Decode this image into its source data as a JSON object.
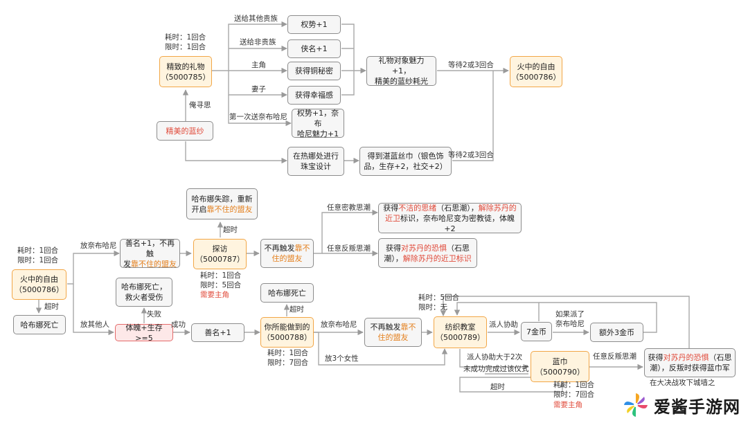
{
  "top": {
    "gift_cost": "耗时：1回合\n限时：1回合",
    "gift_title": "精致的礼物",
    "gift_id": "（5000785）",
    "gauze": "精美的蓝纱",
    "yanxunsi": "俺寻思",
    "e_other_noble": "送给其他贵族",
    "e_non_noble": "送给非贵族",
    "e_protagonist": "主角",
    "e_wife": "妻子",
    "e_first_nabuhani": "第一次送奈布哈尼",
    "r_power": "权势+1",
    "r_chivalry": "侠名+1",
    "r_bronze": "获得铜秘密",
    "r_happy": "获得幸福感",
    "r_power_charm": "权势+1，奈布\n哈尼魅力+1",
    "charm_text": "礼物对象魅力+1，\n精美的蓝纱耗光",
    "wait1": "等待2或3回合",
    "fire_title": "火中的自由",
    "fire_id": "（5000786）",
    "jewel": "在热娜处进行\n珠宝设计",
    "scarf": "得到湛蓝丝巾（银色饰\n品，生存+2，社交+2）",
    "wait2": "等待2或3回合"
  },
  "bottom": {
    "fire_cost": "耗时：1回合\n限时：1回合",
    "fire_title": "火中的自由",
    "fire_id": "（5000786）",
    "timeout": "超时",
    "hanu_dead": "哈布娜死亡",
    "e_let_nabu": "放奈布哈尼",
    "e_let_others": "放其他人",
    "kindness_a": "善名+1，不再触\n发",
    "kindness_b": "靠不住的盟友",
    "missing_a": "哈布娜失踪，重新\n开启",
    "missing_b": "靠不住的盟友",
    "timeout2": "超时",
    "visit_title": "探访",
    "visit_id": "（5000787）",
    "visit_cost": "耗时：1回合\n限时：5回合",
    "need_protagonist": "需要主角",
    "no_trigger_a": "不再触发",
    "no_trigger_b": "靠不\n住的盟友",
    "e_cult": "任意密教思潮",
    "e_rebel": "任意反叛思潮",
    "cult_p1": "获得",
    "cult_r1": "不洁的思绪",
    "cult_p2": "（石思潮），",
    "cult_r2": "解除苏丹的\n近卫",
    "cult_p3": "标识，奈布哈尼变为密教徒，体魄+2",
    "rebel_p1": "获得",
    "rebel_r1": "对苏丹的恐惧",
    "rebel_p2": "（石思\n潮），",
    "rebel_r2": "解除苏丹的近卫标识",
    "hanu_dead_injured": "哈布娜死亡，\n救火者受伤",
    "fail": "失败",
    "check": "体魄+生存>=5",
    "success": "成功",
    "kindness1": "善名+1",
    "best_title": "你所能做到的",
    "best_id": "（5000788）",
    "best_cost": "耗时：1回合\n限时：7回合",
    "hanu_dead2": "哈布娜死亡",
    "timeout3": "超时",
    "e_let_nabu2": "放奈布哈尼",
    "e_three_women": "放3个女性",
    "no_trigger2_a": "不再触发",
    "no_trigger2_b": "靠不\n住的盟友",
    "church_cost": "耗时：5回合\n限时：无",
    "church_title": "纺织教室",
    "church_id": "（5000789）",
    "e_assist": "派人协助",
    "gold7": "7金币",
    "if_sent": "如果派了\n奈布哈尼",
    "gold3": "额外3金币",
    "e_assist_gt2": "派人协助大于2次",
    "e_ritual_fail": "未成功完成过该仪式",
    "timeout4": "超时",
    "scarf_title": "蓝巾",
    "scarf_id": "（5000790）",
    "scarf_cost": "耗时：1回合\n限时：7回合",
    "need_protagonist2": "需要主角",
    "e_rebel2": "任意反叛思潮",
    "fear_p1": "获得",
    "fear_r1": "对苏丹的恐惧",
    "fear_p2": "（石思\n潮），反叛时获得蓝巾军",
    "final_wall": "在大决战攻下城墙之"
  },
  "watermark": {
    "text": "爱酱手游网",
    "icon": "pinwheel-logo-icon"
  },
  "colors": {
    "orange_fill": "#fff4df",
    "orange_border": "#f2a646",
    "red_text": "#e04a3a",
    "gray_border": "#8c8c8c",
    "line": "#aaaaaa"
  }
}
